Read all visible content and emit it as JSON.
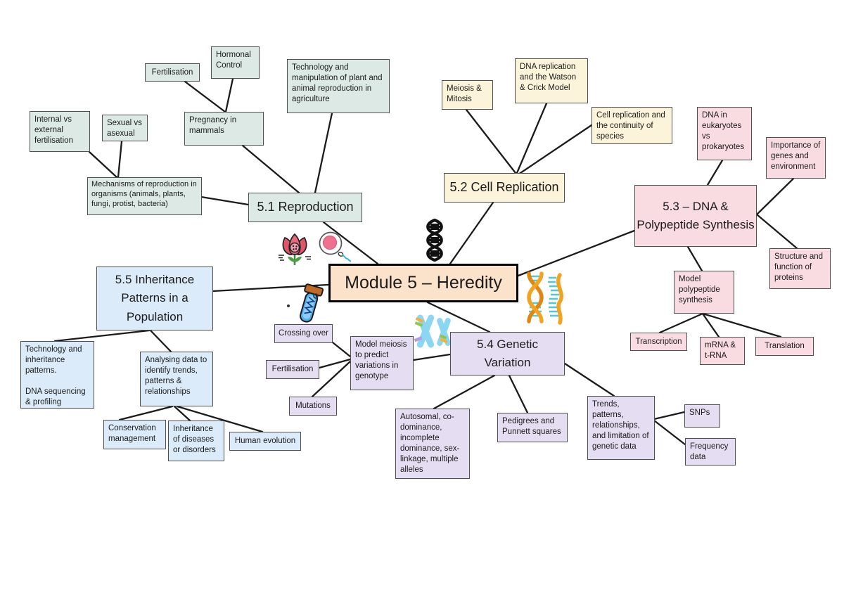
{
  "title": "Module 5 – Heredity mind map",
  "center": {
    "label": "Module 5 – Heredity"
  },
  "nodes": {
    "fertilisation_repro": "Fertilisation",
    "hormonal_control": "Hormonal Control",
    "technology_agriculture": "Technology and manipulation of plant and animal reproduction in agriculture",
    "internal_vs_external": "Internal vs external fertilisation",
    "sexual_vs_asexual": "Sexual vs asexual",
    "pregnancy_in_mammals": "Pregnancy in mammals",
    "mechanisms_of_reproduction": "Mechanisms of reproduction in organisms (animals, plants, fungi, protist, bacteria)",
    "section_5_1": "5.1 Reproduction",
    "meiosis_mitosis": "Meiosis & Mitosis",
    "dna_replication_watson_crick": "DNA replication and the Watson & Crick Model",
    "cell_replication_continuity": "Cell replication and the continuity of species",
    "section_5_2": "5.2 Cell Replication",
    "dna_euk_prok": "DNA in eukaryotes vs prokaryotes",
    "importance_genes_environment": "Importance of genes and environment",
    "structure_function_proteins": "Structure and function of proteins",
    "section_5_3": "5.3 – DNA & Polypeptide Synthesis",
    "model_polypeptide_synthesis": "Model polypeptide synthesis",
    "transcription": "Transcription",
    "mrna_trna": "mRNA & t-RNA",
    "translation": "Translation",
    "crossing_over": "Crossing over",
    "fertilisation_variation": "Fertilisation",
    "mutations": "Mutations",
    "model_meiosis": "Model meiosis to predict variations in genotype",
    "section_5_4": "5.4 Genetic Variation",
    "autosomal": "Autosomal, co-dominance, incomplete dominance, sex-linkage, multiple alleles",
    "pedigrees_punnett": "Pedigrees and Punnett squares",
    "trends_genetic_data": "Trends, patterns, relationships, and limitation of genetic data",
    "snps": "SNPs",
    "frequency_data": "Frequency data",
    "section_5_5": "5.5 Inheritance Patterns in a Population",
    "technology_inheritance": "Technology and inheritance patterns.\n\nDNA sequencing & profiling",
    "analysing_data": "Analysing data to identify trends, patterns & relationships",
    "conservation_management": "Conservation management",
    "inheritance_diseases": "Inheritance of diseases or disorders",
    "human_evolution": "Human evolution"
  },
  "icons": {
    "flower": "flower-icon",
    "egg_sperm": "egg-and-sperm-icon",
    "dna_black": "dna-helix-icon",
    "test_tube": "dna-test-tube-icon",
    "chromosomes": "chromosomes-icon",
    "dna_rna": "dna-rna-strands-icon"
  },
  "colors": {
    "reproduction_branch": "#dde9e5",
    "cell_replication_branch": "#fbf3da",
    "dna_synthesis_branch": "#f9dce2",
    "genetic_variation_branch": "#e5def2",
    "inheritance_branch": "#dcebf9",
    "center_fill": "#fbe2cb",
    "connector": "#1b1b1b",
    "box_border": "#4f4f4f"
  }
}
